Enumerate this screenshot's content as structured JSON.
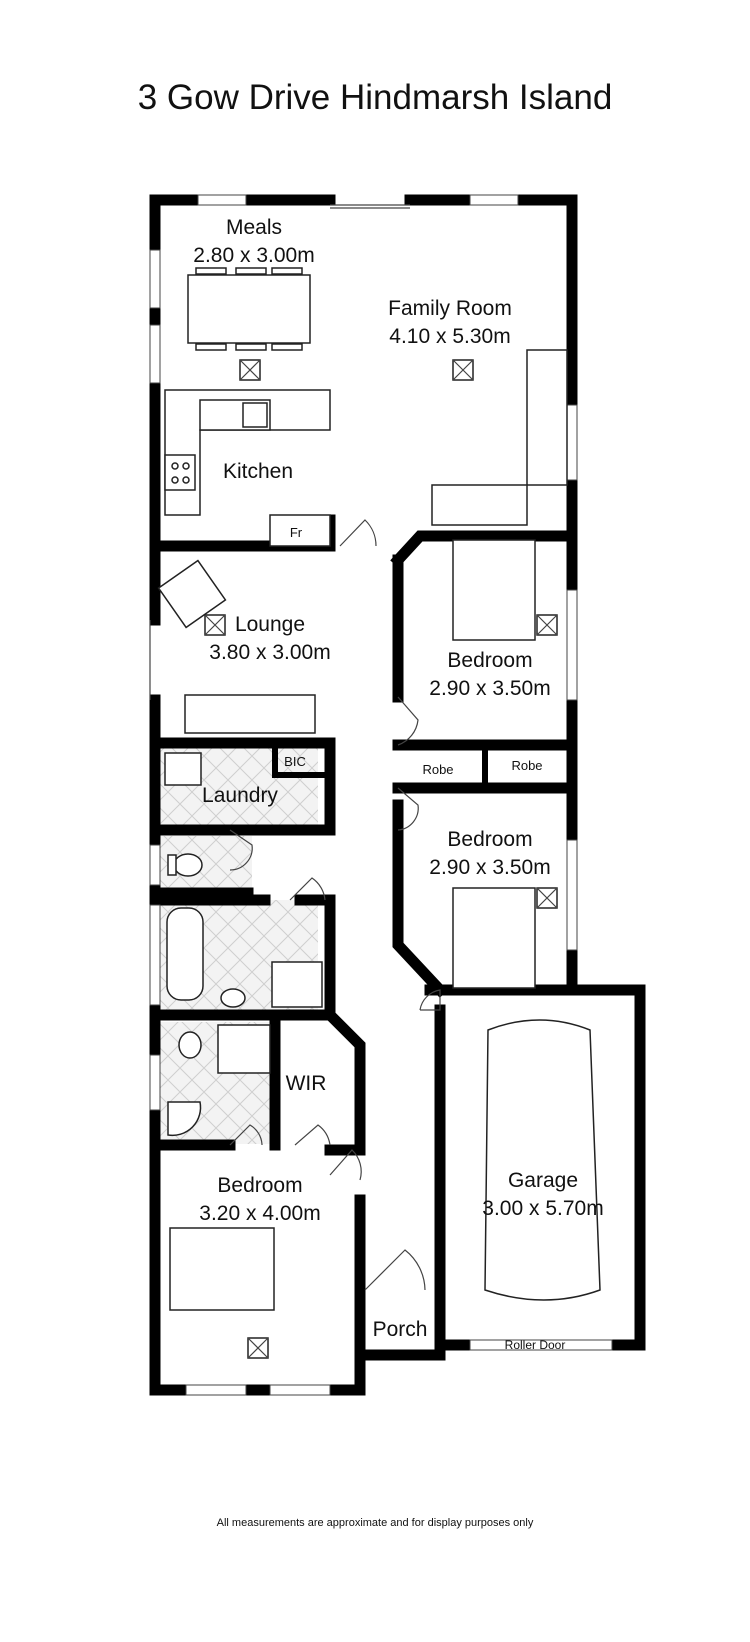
{
  "title": "3 Gow Drive Hindmarsh Island",
  "footer": "All measurements are approximate and for display purposes only",
  "rooms": {
    "meals": {
      "name": "Meals",
      "size": "2.80 x 3.00m"
    },
    "family": {
      "name": "Family Room",
      "size": "4.10 x 5.30m"
    },
    "kitchen": {
      "name": "Kitchen"
    },
    "fridge": {
      "name": "Fr"
    },
    "lounge": {
      "name": "Lounge",
      "size": "3.80 x 3.00m"
    },
    "bedroom1": {
      "name": "Bedroom",
      "size": "2.90 x 3.50m"
    },
    "robe1": {
      "name": "Robe"
    },
    "robe2": {
      "name": "Robe"
    },
    "bedroom2": {
      "name": "Bedroom",
      "size": "2.90 x 3.50m"
    },
    "bic": {
      "name": "BIC"
    },
    "laundry": {
      "name": "Laundry"
    },
    "wir": {
      "name": "WIR"
    },
    "bedroom3": {
      "name": "Bedroom",
      "size": "3.20 x 4.00m"
    },
    "garage": {
      "name": "Garage",
      "size": "3.00 x 5.70m"
    },
    "rollerdoor": {
      "name": "Roller Door"
    },
    "porch": {
      "name": "Porch"
    }
  }
}
